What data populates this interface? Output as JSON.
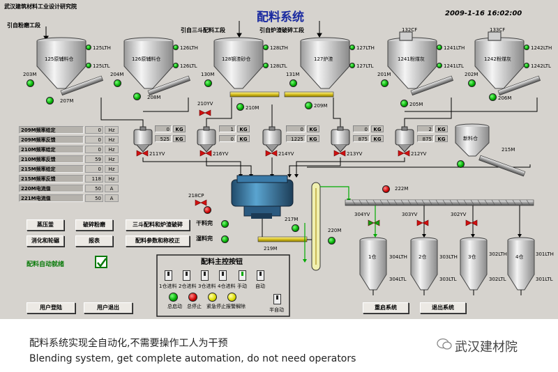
{
  "header": {
    "org": "武汉建筑材料工业设计研究院",
    "title": "配料系统",
    "datetime": "2009-1-16 16:02:00"
  },
  "source_labels": {
    "left": "引自粉磨工段",
    "mid": "引自三斗配料工段",
    "right": "引自炉渣破碎工段"
  },
  "silos": [
    {
      "name": "125原辅料仓",
      "high": "125LTH",
      "low": "125LTL",
      "motor": "203M"
    },
    {
      "name": "126原辅料仓",
      "high": "126LTH",
      "low": "126LTL",
      "motor": "204M"
    },
    {
      "name": "128钢渣砂仓",
      "high": "128LTH",
      "low": "128LTL",
      "motor": "130M"
    },
    {
      "name": "127炉渣",
      "high": "127LTH",
      "low": "127LTL",
      "motor": "131M"
    },
    {
      "name": "1241粉煤灰",
      "high": "1241LTH",
      "low": "1241LTL",
      "motor": "201M",
      "cf": "132CF"
    },
    {
      "name": "1242粉煤灰",
      "high": "1242LTH",
      "low": "1242LTL",
      "motor": "202M",
      "cf": "133CF"
    }
  ],
  "screw_motors": [
    "207M",
    "208M",
    "210M",
    "209M",
    "205M",
    "206M"
  ],
  "scales": [
    {
      "valve_top": "",
      "set": "0",
      "act": "525",
      "unit": "KG",
      "valve": "211YV"
    },
    {
      "valve_top": "210YV",
      "set": "1",
      "act": "0",
      "unit": "KG",
      "valve": "216YV"
    },
    {
      "valve_top": "",
      "set": "0",
      "act": "1225",
      "unit": "KG",
      "valve": "214YV"
    },
    {
      "valve_top": "",
      "set": "0",
      "act": "875",
      "unit": "KG",
      "valve": "213YV"
    },
    {
      "valve_top": "",
      "set": "2",
      "act": "875",
      "unit": "KG",
      "valve": "212YV"
    }
  ],
  "fresh_bin": {
    "name": "新料仓",
    "motor": "215M"
  },
  "freq_table": [
    {
      "name": "209M频率给定",
      "value": "0",
      "unit": "Hz"
    },
    {
      "name": "209M频率反馈",
      "value": "0",
      "unit": "Hz"
    },
    {
      "name": "210M频率给定",
      "value": "0",
      "unit": "Hz"
    },
    {
      "name": "210M频率反馈",
      "value": "59",
      "unit": "Hz"
    },
    {
      "name": "215M频率给定",
      "value": "0",
      "unit": "Hz"
    },
    {
      "name": "215M频率反馈",
      "value": "118",
      "unit": "Hz"
    },
    {
      "name": "220M电流值",
      "value": "50",
      "unit": "A"
    },
    {
      "name": "221M电流值",
      "value": "50",
      "unit": "A"
    }
  ],
  "mixer": {
    "cp": "218CP",
    "motor": "217M",
    "screw": "219M",
    "elevator": "220M",
    "dry_done": "干料完",
    "wet_done": "湿料完"
  },
  "nav_buttons": [
    "蒸压釜",
    "破碎粉磨",
    "三斗配料和炉渣破碎",
    "消化和轮碾",
    "报表",
    "配料参数和称校正"
  ],
  "ready_label": "配料自动就绪",
  "control_panel": {
    "title": "配料主控按钮",
    "toggles": [
      "1仓进料",
      "2仓进料",
      "3仓进料",
      "4仓进料",
      "手动",
      "自动"
    ],
    "lamps": [
      "总启动",
      "总停止",
      "紧急停止",
      "报警解除"
    ],
    "half_auto": "半自动"
  },
  "user_buttons": [
    "用户登陆",
    "用户退出"
  ],
  "system_buttons": [
    "重启系统",
    "退出系统"
  ],
  "conveyor_motor": "222M",
  "out_valves": [
    "304YV",
    "303YV",
    "302YV"
  ],
  "out_silos": [
    {
      "name": "1仓",
      "high": "304LTH",
      "low": "304LTL"
    },
    {
      "name": "2仓",
      "high": "303LTH",
      "low": "303LTL"
    },
    {
      "name": "3仓",
      "high": "302LTH",
      "low": "302LTL"
    },
    {
      "name": "4仓",
      "high": "301LTH",
      "low": "301LTL"
    }
  ],
  "caption": {
    "zh": "配料系统实现全自动化,不需要操作工人为干预",
    "en": "Blending system, get complete automation, do not need operators",
    "brand": "武汉建材院"
  },
  "colors": {
    "panel": "#d6d3ce",
    "lamp_green": "#00aa00",
    "lamp_red": "#cc0000",
    "screw": "#e8d84a",
    "silo": "#e0e0e0"
  }
}
